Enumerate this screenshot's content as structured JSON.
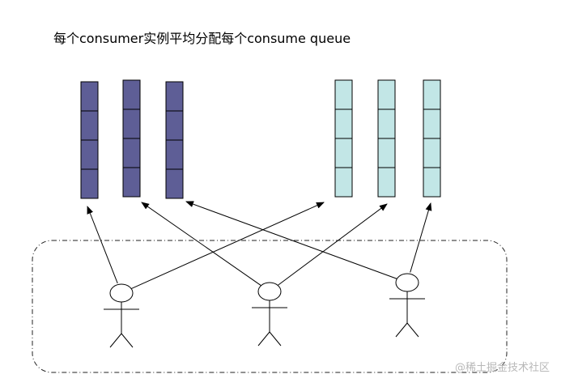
{
  "title": "每个consumer实例平均分配每个consume queue",
  "watermark": "@稀土掘金技术社区",
  "colors": {
    "queue_group_a": "#5e5e96",
    "queue_group_b": "#c2e6e6",
    "stroke": "#000000",
    "group_border": "#222222"
  },
  "queues": [
    {
      "group": "a",
      "slots": 4
    },
    {
      "group": "a",
      "slots": 4
    },
    {
      "group": "a",
      "slots": 4
    },
    {
      "group": "b",
      "slots": 4
    },
    {
      "group": "b",
      "slots": 4
    },
    {
      "group": "b",
      "slots": 4
    }
  ],
  "consumers": [
    {
      "assigned_queues": [
        1,
        4
      ]
    },
    {
      "assigned_queues": [
        2,
        5
      ]
    },
    {
      "assigned_queues": [
        3,
        6
      ]
    }
  ]
}
